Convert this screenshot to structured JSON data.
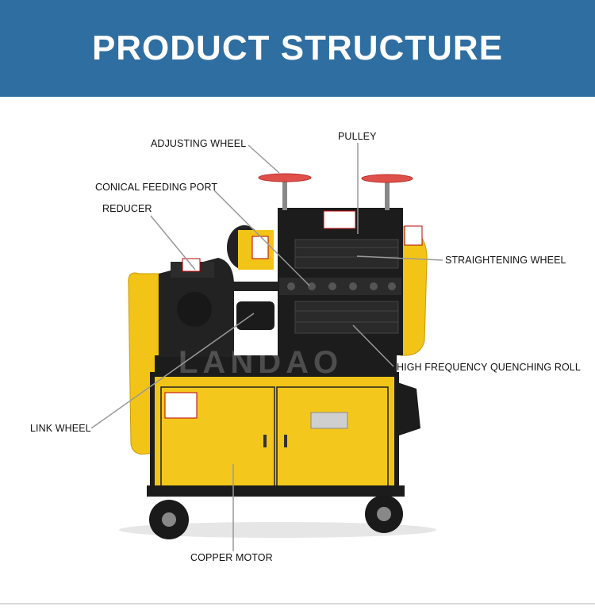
{
  "header": {
    "title": "PRODUCT STRUCTURE"
  },
  "watermark": "LANDAO",
  "labels": {
    "adjusting_wheel": "ADJUSTING WHEEL",
    "pulley": "PULLEY",
    "conical_feeding_port": "CONICAL FEEDING PORT",
    "reducer": "REDUCER",
    "straightening_wheel": "STRAIGHTENING WHEEL",
    "high_frequency_quenching_roll": "HIGH FREQUENCY QUENCHING ROLL",
    "link_wheel": "LINK WHEEL",
    "copper_motor": "COPPER MOTOR"
  },
  "colors": {
    "banner": "#2f6ea1",
    "machine_yellow": "#f2c418",
    "machine_black": "#1c1c1c",
    "handwheel_red": "#e0504a"
  }
}
